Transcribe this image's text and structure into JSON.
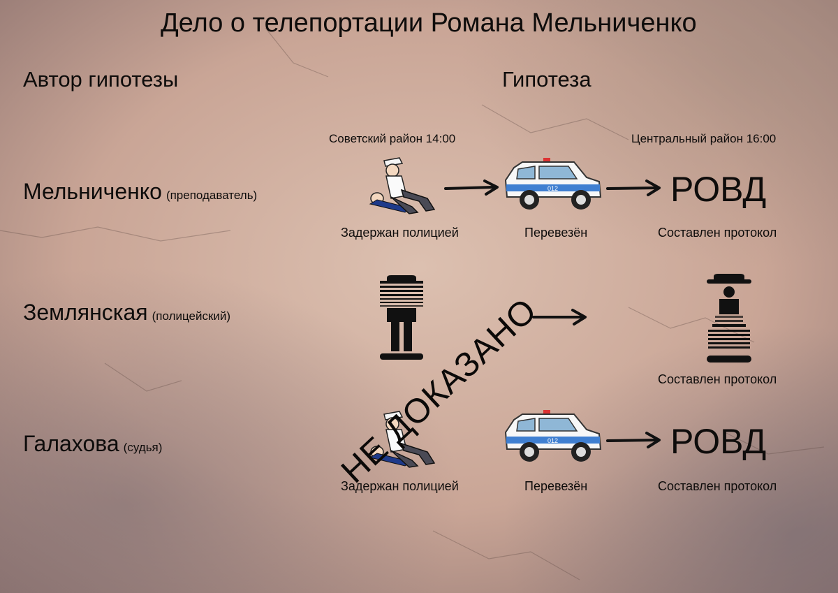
{
  "title": "Дело о телепортации Романа Мельниченко",
  "headers": {
    "author": "Автор гипотезы",
    "hypothesis": "Гипотеза"
  },
  "times": {
    "left": "Советский район 14:00",
    "right": "Центральный район 16:00"
  },
  "rows": [
    {
      "name": "Мельниченко",
      "role": "(преподаватель)",
      "captions": [
        "Задержан полицией",
        "Перевезён",
        "Составлен протокол"
      ],
      "rovd": "РОВД",
      "car_plate": "012"
    },
    {
      "name": "Землянская",
      "role": "(полицейский)",
      "captions": [
        "Составлен протокол"
      ]
    },
    {
      "name": "Галахова",
      "role": "(судья)",
      "captions": [
        "Задержан полицией",
        "Перевезён",
        "Составлен протокол"
      ],
      "rovd": "РОВД",
      "car_plate": "012"
    }
  ],
  "stamp": "НЕ ДОКАЗАНО"
}
